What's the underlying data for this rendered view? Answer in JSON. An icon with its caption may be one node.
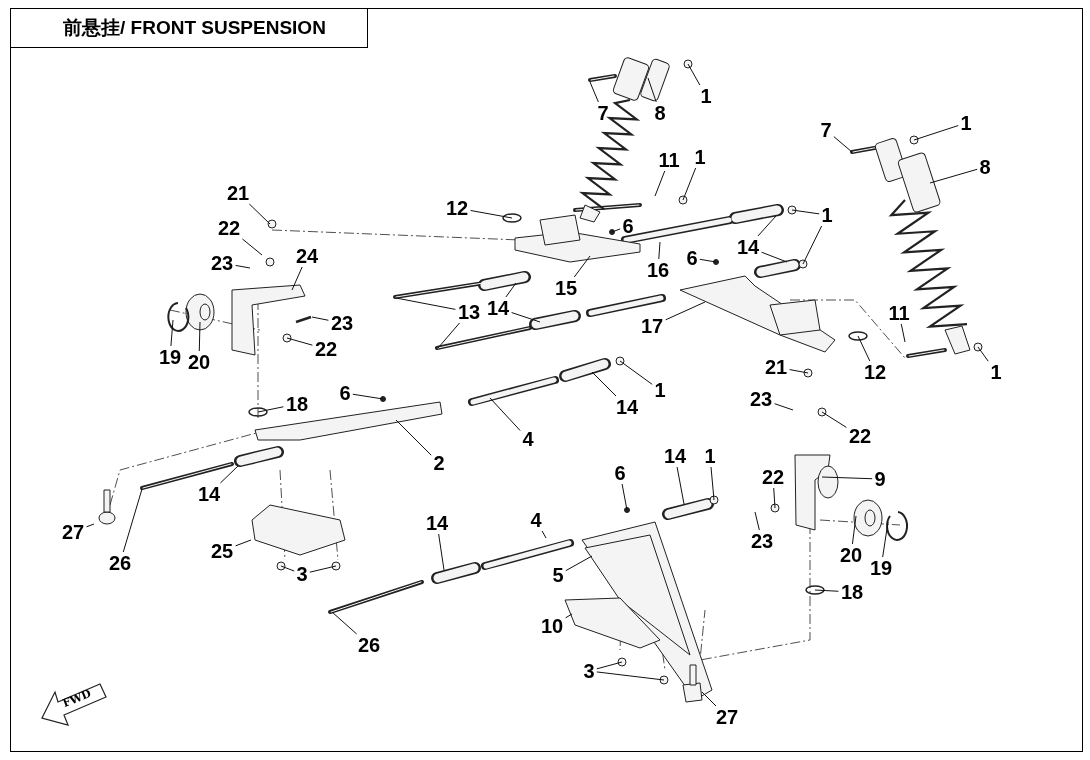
{
  "diagram": {
    "title": "前悬挂/ FRONT SUSPENSION",
    "nodes": [
      {
        "text": [
          "7"
        ]
      },
      {
        "text": [
          "8"
        ]
      },
      {
        "text": [
          "1"
        ]
      },
      {
        "text": [
          "11"
        ]
      },
      {
        "text": [
          "1"
        ]
      },
      {
        "text": [
          "12"
        ]
      },
      {
        "text": [
          "6"
        ]
      },
      {
        "text": [
          "14"
        ]
      },
      {
        "text": [
          "1"
        ]
      },
      {
        "text": [
          "15"
        ]
      },
      {
        "text": [
          "16"
        ]
      },
      {
        "text": [
          "6"
        ]
      },
      {
        "text": [
          "17"
        ]
      },
      {
        "text": [
          "7"
        ]
      },
      {
        "text": [
          "1"
        ]
      },
      {
        "text": [
          "8"
        ]
      },
      {
        "text": [
          "11"
        ]
      },
      {
        "text": [
          "1"
        ]
      },
      {
        "text": [
          "12"
        ]
      },
      {
        "text": [
          "21"
        ]
      },
      {
        "text": [
          "22"
        ]
      },
      {
        "text": [
          "23"
        ]
      },
      {
        "text": [
          "24"
        ]
      },
      {
        "text": [
          "19"
        ]
      },
      {
        "text": [
          "20"
        ]
      },
      {
        "text": [
          "23"
        ]
      },
      {
        "text": [
          "22"
        ]
      },
      {
        "text": [
          "13"
        ]
      },
      {
        "text": [
          "14"
        ]
      },
      {
        "text": [
          "21"
        ]
      },
      {
        "text": [
          "23"
        ]
      },
      {
        "text": [
          "22"
        ]
      },
      {
        "text": [
          "1"
        ]
      },
      {
        "text": [
          "14"
        ]
      },
      {
        "text": [
          "6"
        ]
      },
      {
        "text": [
          "18"
        ]
      },
      {
        "text": [
          "4"
        ]
      },
      {
        "text": [
          "2"
        ]
      },
      {
        "text": [
          "9"
        ]
      },
      {
        "text": [
          "22"
        ]
      },
      {
        "text": [
          "23"
        ]
      },
      {
        "text": [
          "20"
        ]
      },
      {
        "text": [
          "19"
        ]
      },
      {
        "text": [
          "14"
        ]
      },
      {
        "text": [
          "1"
        ]
      },
      {
        "text": [
          "6"
        ]
      },
      {
        "text": [
          "14"
        ]
      },
      {
        "text": [
          "27"
        ]
      },
      {
        "text": [
          "26"
        ]
      },
      {
        "text": [
          "25"
        ]
      },
      {
        "text": [
          "3"
        ]
      },
      {
        "text": [
          "4"
        ]
      },
      {
        "text": [
          "14"
        ]
      },
      {
        "text": [
          "5"
        ]
      },
      {
        "text": [
          "18"
        ]
      },
      {
        "text": [
          "10"
        ]
      },
      {
        "text": [
          "3"
        ]
      },
      {
        "text": [
          "27"
        ]
      },
      {
        "text": [
          "26"
        ]
      }
    ],
    "edges": [
      {
        "from": 0,
        "to": null,
        "arrow": "none"
      },
      {
        "from": 1,
        "to": null,
        "arrow": "none"
      },
      {
        "from": 2,
        "to": null,
        "arrow": "none"
      },
      {
        "from": 3,
        "to": null,
        "arrow": "none"
      },
      {
        "from": 4,
        "to": null,
        "arrow": "none"
      },
      {
        "from": 5,
        "to": null,
        "arrow": "none"
      },
      {
        "from": 6,
        "to": null,
        "arrow": "none"
      },
      {
        "from": 7,
        "to": null,
        "arrow": "none"
      },
      {
        "from": 7,
        "to": null,
        "arrow": "none"
      },
      {
        "from": 8,
        "to": null,
        "arrow": "none"
      },
      {
        "from": 8,
        "to": null,
        "arrow": "none"
      },
      {
        "from": 9,
        "to": null,
        "arrow": "none"
      },
      {
        "from": 10,
        "to": null,
        "arrow": "none"
      },
      {
        "from": 11,
        "to": null,
        "arrow": "none"
      },
      {
        "from": 12,
        "to": null,
        "arrow": "none"
      },
      {
        "from": 13,
        "to": null,
        "arrow": "none"
      },
      {
        "from": 14,
        "to": null,
        "arrow": "none"
      },
      {
        "from": 15,
        "to": null,
        "arrow": "none"
      },
      {
        "from": 16,
        "to": null,
        "arrow": "none"
      },
      {
        "from": 17,
        "to": null,
        "arrow": "none"
      },
      {
        "from": 18,
        "to": null,
        "arrow": "none"
      },
      {
        "from": 19,
        "to": null,
        "arrow": "none"
      },
      {
        "from": 20,
        "to": null,
        "arrow": "none"
      },
      {
        "from": 21,
        "to": null,
        "arrow": "none"
      },
      {
        "from": 22,
        "to": null,
        "arrow": "none"
      },
      {
        "from": 23,
        "to": null,
        "arrow": "none"
      },
      {
        "from": 24,
        "to": null,
        "arrow": "none"
      },
      {
        "from": 25,
        "to": null,
        "arrow": "none"
      },
      {
        "from": 26,
        "to": null,
        "arrow": "none"
      },
      {
        "from": 27,
        "to": null,
        "arrow": "none"
      },
      {
        "from": 27,
        "to": null,
        "arrow": "none"
      },
      {
        "from": 28,
        "to": null,
        "arrow": "none"
      },
      {
        "from": 28,
        "to": null,
        "arrow": "none"
      },
      {
        "from": 29,
        "to": null,
        "arrow": "none"
      },
      {
        "from": 30,
        "to": null,
        "arrow": "none"
      },
      {
        "from": 31,
        "to": null,
        "arrow": "none"
      },
      {
        "from": 32,
        "to": null,
        "arrow": "none"
      },
      {
        "from": 33,
        "to": null,
        "arrow": "none"
      },
      {
        "from": 34,
        "to": null,
        "arrow": "none"
      },
      {
        "from": 35,
        "to": null,
        "arrow": "none"
      },
      {
        "from": 36,
        "to": null,
        "arrow": "none"
      },
      {
        "from": 37,
        "to": null,
        "arrow": "none"
      },
      {
        "from": 38,
        "to": null,
        "arrow": "none"
      },
      {
        "from": 39,
        "to": null,
        "arrow": "none"
      },
      {
        "from": 40,
        "to": null,
        "arrow": "none"
      },
      {
        "from": 41,
        "to": null,
        "arrow": "none"
      },
      {
        "from": 42,
        "to": null,
        "arrow": "none"
      },
      {
        "from": 43,
        "to": null,
        "arrow": "none"
      },
      {
        "from": 44,
        "to": null,
        "arrow": "none"
      },
      {
        "from": 45,
        "to": null,
        "arrow": "none"
      },
      {
        "from": 46,
        "to": null,
        "arrow": "none"
      },
      {
        "from": 47,
        "to": null,
        "arrow": "none"
      },
      {
        "from": 48,
        "to": null,
        "arrow": "none"
      },
      {
        "from": 49,
        "to": null,
        "arrow": "none"
      },
      {
        "from": 50,
        "to": null,
        "arrow": "none"
      },
      {
        "from": 50,
        "to": null,
        "arrow": "none"
      },
      {
        "from": 51,
        "to": null,
        "arrow": "none"
      },
      {
        "from": 52,
        "to": null,
        "arrow": "none"
      },
      {
        "from": 53,
        "to": null,
        "arrow": "none"
      },
      {
        "from": 54,
        "to": null,
        "arrow": "none"
      },
      {
        "from": 55,
        "to": null,
        "arrow": "none"
      },
      {
        "from": 56,
        "to": null,
        "arrow": "none"
      },
      {
        "from": 56,
        "to": null,
        "arrow": "none"
      },
      {
        "from": 57,
        "to": null,
        "arrow": "none"
      },
      {
        "from": 58,
        "to": null,
        "arrow": "none"
      }
    ],
    "labels": [
      "FWD"
    ]
  }
}
